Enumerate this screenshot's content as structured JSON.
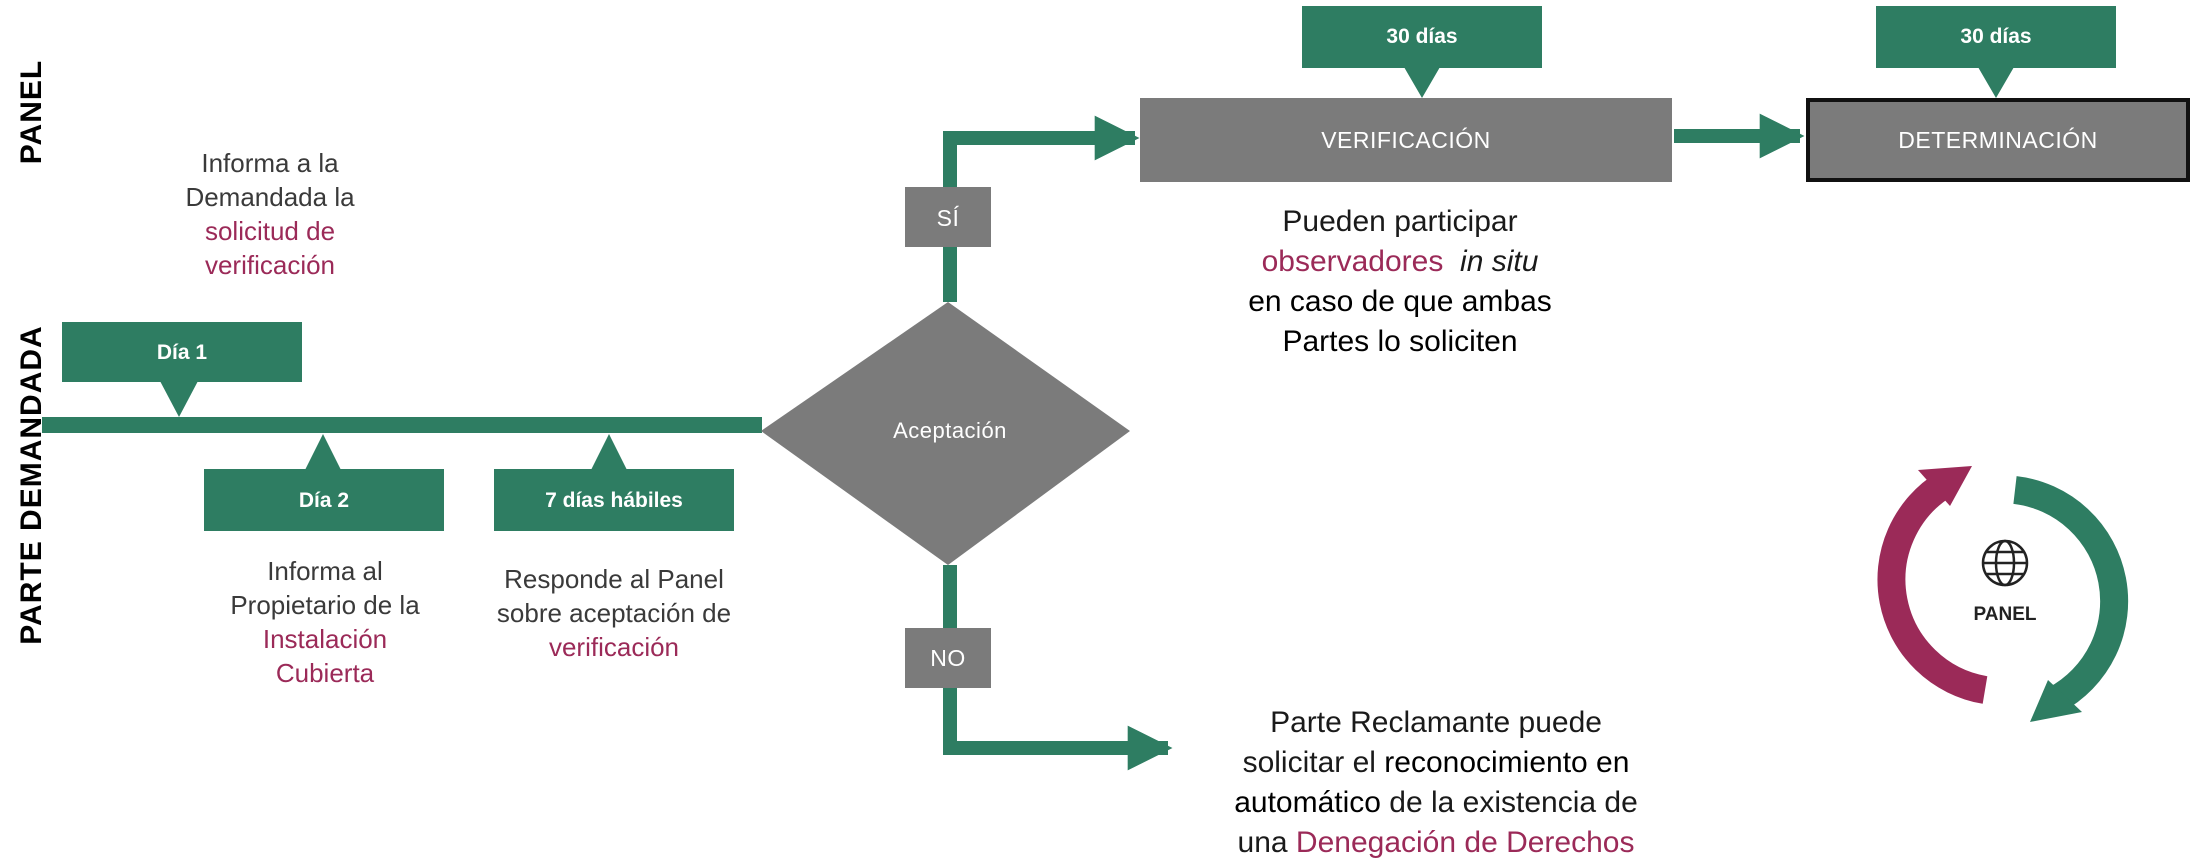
{
  "lanes": {
    "panel": "PANEL",
    "parte_demandada": "PARTE DEMANDADA"
  },
  "timeline": {
    "dia1": "Día 1",
    "dia2": "Día 2",
    "siete_dias": "7 días hábiles"
  },
  "decision": {
    "label": "Aceptación",
    "yes": "SÍ",
    "no": "NO"
  },
  "boxes": {
    "verificacion": "VERIFICACIÓN",
    "determinacion": "DETERMINACIÓN",
    "dias_verificacion": "30 días",
    "dias_determinacion": "30 días"
  },
  "notes": {
    "panel_informa": {
      "line1": "Informa a la",
      "line2": "Demandada la",
      "line3": "solicitud de",
      "line4": "verificación"
    },
    "informa_propietario": {
      "line1": "Informa al",
      "line2": "Propietario de la",
      "line3": "Instalación",
      "line4": "Cubierta"
    },
    "responde_panel": {
      "line1": "Responde al Panel",
      "line2": "sobre aceptación de",
      "line3": "verificación"
    },
    "observadores": {
      "line1": "Pueden participar",
      "line2a": "observadores",
      "line2b": "in situ",
      "line3": "en caso de que ambas",
      "line4": "Partes lo soliciten"
    },
    "reclamante": {
      "line1": "Parte Reclamante puede",
      "line2a": "solicitar el",
      "line2b": "reconocimiento en",
      "line3a": "automático",
      "line3b": "de la existencia de",
      "line4a": "una",
      "line4b": "Denegación de Derechos"
    }
  },
  "badge": {
    "label": "PANEL",
    "icon": "globe-icon"
  },
  "colors": {
    "green": "#2e7d62",
    "gray": "#7b7b7b",
    "maroon": "#9b2a58"
  }
}
